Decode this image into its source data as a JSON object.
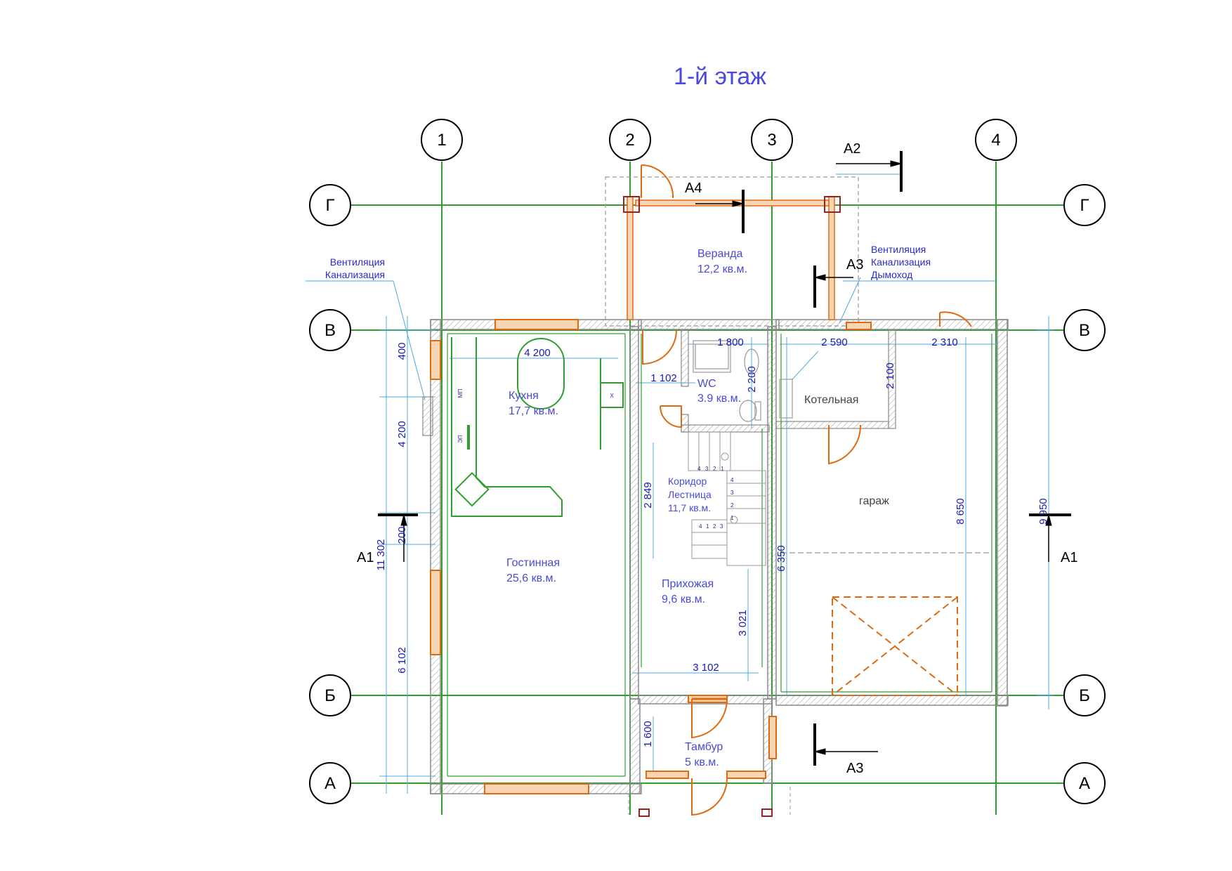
{
  "title": "1-й этаж",
  "axes": {
    "columns": [
      "1",
      "2",
      "3",
      "4"
    ],
    "rows": [
      "Г",
      "В",
      "Б",
      "А"
    ]
  },
  "sections": {
    "a1_left": "A1",
    "a1_right": "A1",
    "a2": "A2",
    "a3_top": "A3",
    "a3_bottom": "A3",
    "a4": "A4"
  },
  "rooms": {
    "veranda": {
      "name": "Веранда",
      "area": "12,2 кв.м."
    },
    "kitchen": {
      "name": "Кухня",
      "area": "17,7 кв.м."
    },
    "wc": {
      "name": "WC",
      "area": "3.9 кв.м."
    },
    "boiler": {
      "name": "Котельная"
    },
    "garage": {
      "name": "гараж"
    },
    "corridor": {
      "line1": "Коридор",
      "line2": "Лестница",
      "area": "11,7 кв.м."
    },
    "living": {
      "name": "Гостинная",
      "area": "25,6 кв.м."
    },
    "hall": {
      "name": "Прихожая",
      "area": "9,6 кв.м."
    },
    "vestibule": {
      "name": "Тамбур",
      "area": "5 кв.м."
    }
  },
  "notes": {
    "left": {
      "line1": "Вентиляция",
      "line2": "Канализация"
    },
    "right": {
      "line1": "Вентиляция",
      "line2": "Канализация",
      "line3": "Дымоход"
    }
  },
  "fixtures": {
    "mp": "МП",
    "ep": "ЭП",
    "x": "Х"
  },
  "stairs": {
    "upper_steps": [
      "4",
      "3",
      "2",
      "1"
    ],
    "lower_steps": [
      "4",
      "3",
      "2",
      "1"
    ],
    "bottom_steps": [
      "1",
      "2",
      "3",
      "4"
    ]
  },
  "dimensions": {
    "d4200_h": "4 200",
    "d1800": "1 800",
    "d2590": "2 590",
    "d2310": "2 310",
    "d1102": "1 102",
    "d3102": "3 102",
    "d400": "400",
    "d4200_v": "4 200",
    "d200": "200",
    "d6102": "6 102",
    "d11302": "11 302",
    "d2200": "2 200",
    "d2100": "2 100",
    "d2849": "2 849",
    "d3021": "3 021",
    "d1600": "1 600",
    "d6350": "6 350",
    "d8650": "8 650",
    "d9950": "9 950"
  },
  "colors": {
    "grid": "#2e9e2e",
    "wall": "#8a8a8a",
    "opening": "#e06a10",
    "dimension": "#4fa8e0",
    "text_blue": "#4a4ae0",
    "column": "#a02020"
  }
}
